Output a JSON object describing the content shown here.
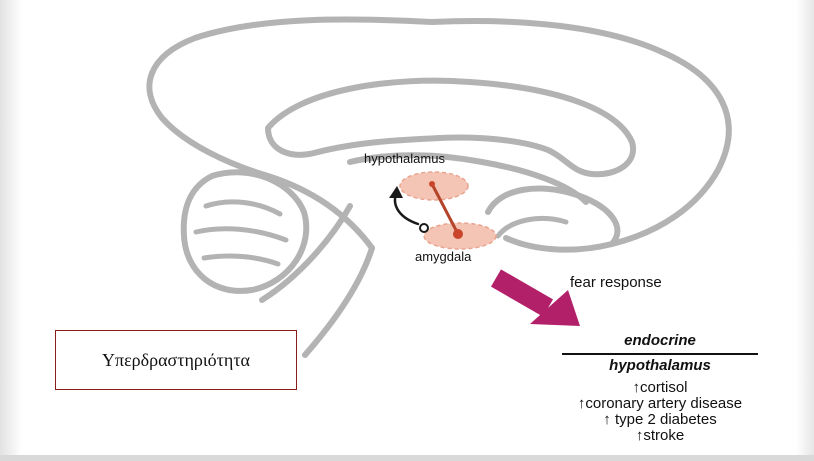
{
  "labels": {
    "hypothalamus": "hypothalamus",
    "amygdala": "amygdala",
    "fear_response": "fear response"
  },
  "pathway": {
    "title": "endocrine",
    "subtitle": "hypothalamus",
    "arrow_icon": "up-arrow-icon",
    "effects": [
      {
        "arrow": "↑",
        "text": "cortisol"
      },
      {
        "arrow": "↑",
        "text": "coronary artery disease"
      },
      {
        "arrow": "↑ ",
        "text": "type 2 diabetes"
      },
      {
        "arrow": "↑",
        "text": "stroke"
      }
    ]
  },
  "callout": {
    "text": "Υπερδραστηριότητα",
    "border_color": "#8b1c1c"
  },
  "colors": {
    "brain_outline": "#b3b3b3",
    "region_fill": "#f4c4b4",
    "neuron_line": "#b5452a",
    "big_arrow": "#b3206a"
  }
}
